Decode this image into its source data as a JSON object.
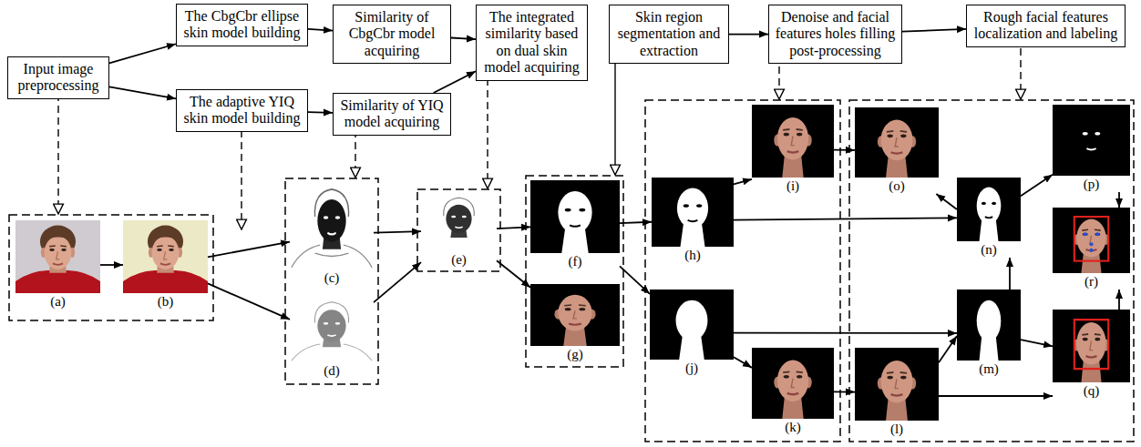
{
  "diagram": {
    "nodes": [
      {
        "text": [
          "Input image preprocessing"
        ]
      },
      {
        "text": [
          "The CbgCbr ellipse skin model building"
        ]
      },
      {
        "text": [
          "The adaptive YIQ skin model building"
        ]
      },
      {
        "text": [
          "Similarity of CbgCbr model acquiring"
        ]
      },
      {
        "text": [
          "Similarity of YIQ model acquiring"
        ]
      },
      {
        "text": [
          "The integrated similarity based on dual skin model acquiring"
        ]
      },
      {
        "text": [
          "Skin region segmentation and extraction"
        ]
      },
      {
        "text": [
          "Denoise and facial features holes filling post-processing"
        ]
      },
      {
        "text": [
          "Rough facial features localization and labeling"
        ]
      },
      {
        "text": [
          "(a)"
        ]
      },
      {
        "text": [
          "(b)"
        ]
      },
      {
        "text": [
          "(c)"
        ]
      },
      {
        "text": [
          "(d)"
        ]
      },
      {
        "text": [
          "(e)"
        ]
      },
      {
        "text": [
          "(f)"
        ]
      },
      {
        "text": [
          "(g)"
        ]
      },
      {
        "text": [
          "(h)"
        ]
      },
      {
        "text": [
          "(i)"
        ]
      },
      {
        "text": [
          "(j)"
        ]
      },
      {
        "text": [
          "(k)"
        ]
      },
      {
        "text": [
          "(l)"
        ]
      },
      {
        "text": [
          "(m)"
        ]
      },
      {
        "text": [
          "(n)"
        ]
      },
      {
        "text": [
          "(o)"
        ]
      },
      {
        "text": [
          "(p)"
        ]
      },
      {
        "text": [
          "(q)"
        ]
      },
      {
        "text": [
          "(r)"
        ]
      }
    ],
    "edges": [
      {
        "from": 0,
        "to": 1,
        "arrow": "to"
      },
      {
        "from": 0,
        "to": 2,
        "arrow": "to"
      },
      {
        "from": 1,
        "to": 3,
        "arrow": "to"
      },
      {
        "from": 2,
        "to": 4,
        "arrow": "to"
      },
      {
        "from": 3,
        "to": 5,
        "arrow": "to"
      },
      {
        "from": 4,
        "to": 5,
        "arrow": "to"
      },
      {
        "from": 6,
        "to": 7,
        "arrow": "to"
      },
      {
        "from": 7,
        "to": 8,
        "arrow": "to"
      },
      {
        "from": 9,
        "to": 10,
        "arrow": "to"
      },
      {
        "from": 10,
        "to": 11,
        "arrow": "to"
      },
      {
        "from": 10,
        "to": 12,
        "arrow": "to"
      },
      {
        "from": 11,
        "to": 13,
        "arrow": "to"
      },
      {
        "from": 12,
        "to": 13,
        "arrow": "to"
      },
      {
        "from": 13,
        "to": 14,
        "arrow": "to"
      },
      {
        "from": 13,
        "to": 15,
        "arrow": "to"
      },
      {
        "from": 14,
        "to": 16,
        "arrow": "to"
      },
      {
        "from": 14,
        "to": 18,
        "arrow": "to"
      },
      {
        "from": 16,
        "to": 17,
        "arrow": "to"
      },
      {
        "from": 16,
        "to": 22,
        "arrow": "to"
      },
      {
        "from": 18,
        "to": 19,
        "arrow": "to"
      },
      {
        "from": 18,
        "to": 21,
        "arrow": "to"
      },
      {
        "from": 17,
        "to": 23,
        "arrow": "to"
      },
      {
        "from": 22,
        "to": 23,
        "arrow": "to"
      },
      {
        "from": 19,
        "to": 20,
        "arrow": "to"
      },
      {
        "from": 20,
        "to": 21,
        "arrow": "to"
      },
      {
        "from": 20,
        "to": 25,
        "arrow": "to"
      },
      {
        "from": 21,
        "to": 22,
        "arrow": "to"
      },
      {
        "from": 22,
        "to": 24,
        "arrow": "to"
      },
      {
        "from": 21,
        "to": 25,
        "arrow": "to"
      },
      {
        "from": 24,
        "to": 26,
        "arrow": "to"
      },
      {
        "from": 25,
        "to": 26,
        "arrow": "to"
      }
    ]
  }
}
